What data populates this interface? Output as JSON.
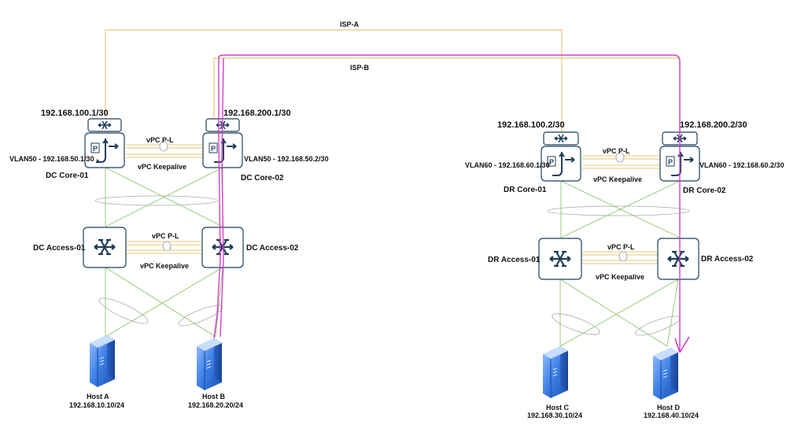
{
  "wan": {
    "isp_a": "ISP-A",
    "isp_b": "ISP-B"
  },
  "dc": {
    "core1": {
      "name": "DC Core-01",
      "wan_ip": "192.168.100.1/30",
      "vlan": "VLAN50 - 192.168.50.1/30"
    },
    "core2": {
      "name": "DC Core-02",
      "wan_ip": "192.168.200.1/30",
      "vlan": "VLAN50 - 192.168.50.2/30"
    },
    "core_peer_link": "vPC P-L",
    "core_keepalive": "vPC Keepalive",
    "access1": {
      "name": "DC Access-01"
    },
    "access2": {
      "name": "DC Access-02"
    },
    "access_peer_link": "vPC P-L",
    "access_keepalive": "vPC Keepalive",
    "host_a": {
      "name": "Host A",
      "ip": "192.168.10.10/24"
    },
    "host_b": {
      "name": "Host B",
      "ip": "192.168.20.20/24"
    }
  },
  "dr": {
    "core1": {
      "name": "DR Core-01",
      "wan_ip": "192.168.100.2/30",
      "vlan": "VLAN60 - 192.168.60.1/30"
    },
    "core2": {
      "name": "DR Core-02",
      "wan_ip": "192.168.200.2/30",
      "vlan": "VLAN60 - 192.168.60.2/30"
    },
    "core_peer_link": "vPC P-L",
    "core_keepalive": "vPC Keepalive",
    "access1": {
      "name": "DR Access-01"
    },
    "access2": {
      "name": "DR Access-02"
    },
    "access_peer_link": "vPC P-L",
    "access_keepalive": "vPC Keepalive",
    "host_c": {
      "name": "Host C",
      "ip": "192.168.30.10/24"
    },
    "host_d": {
      "name": "Host D",
      "ip": "192.168.40.10/24"
    }
  },
  "colors": {
    "isp_link": "#e8c77a",
    "green_link": "#8fc46a",
    "traffic_path": "#d040c8",
    "device_border": "#1f3f5a",
    "device_fill": "#ffffff",
    "server_blue": "#3a7be0"
  },
  "icons": [
    "switch-icon",
    "router-icon",
    "server-icon"
  ]
}
